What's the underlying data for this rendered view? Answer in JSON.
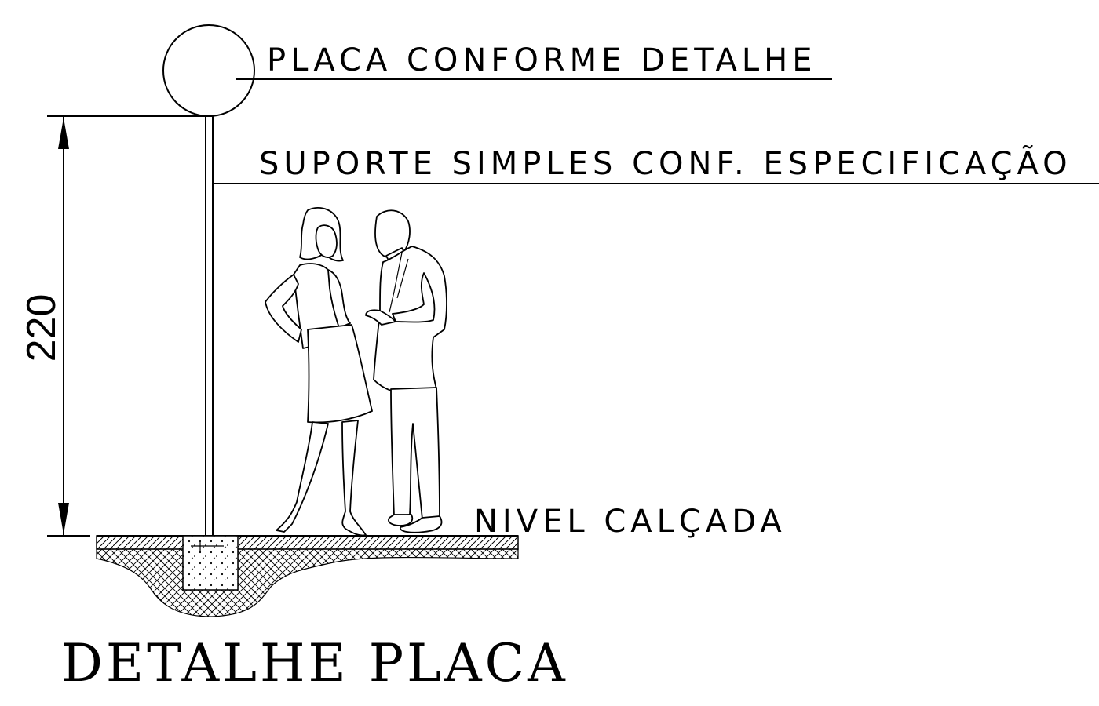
{
  "labels": {
    "sign": "PLACA CONFORME DETALHE",
    "support": "SUPORTE SIMPLES CONF. ESPECIFICAÇÃO",
    "ground": "NIVEL CALÇADA"
  },
  "dimension": {
    "value": "220"
  },
  "title": "DETALHE PLACA",
  "colors": {
    "line": "#000000",
    "background": "#ffffff"
  }
}
